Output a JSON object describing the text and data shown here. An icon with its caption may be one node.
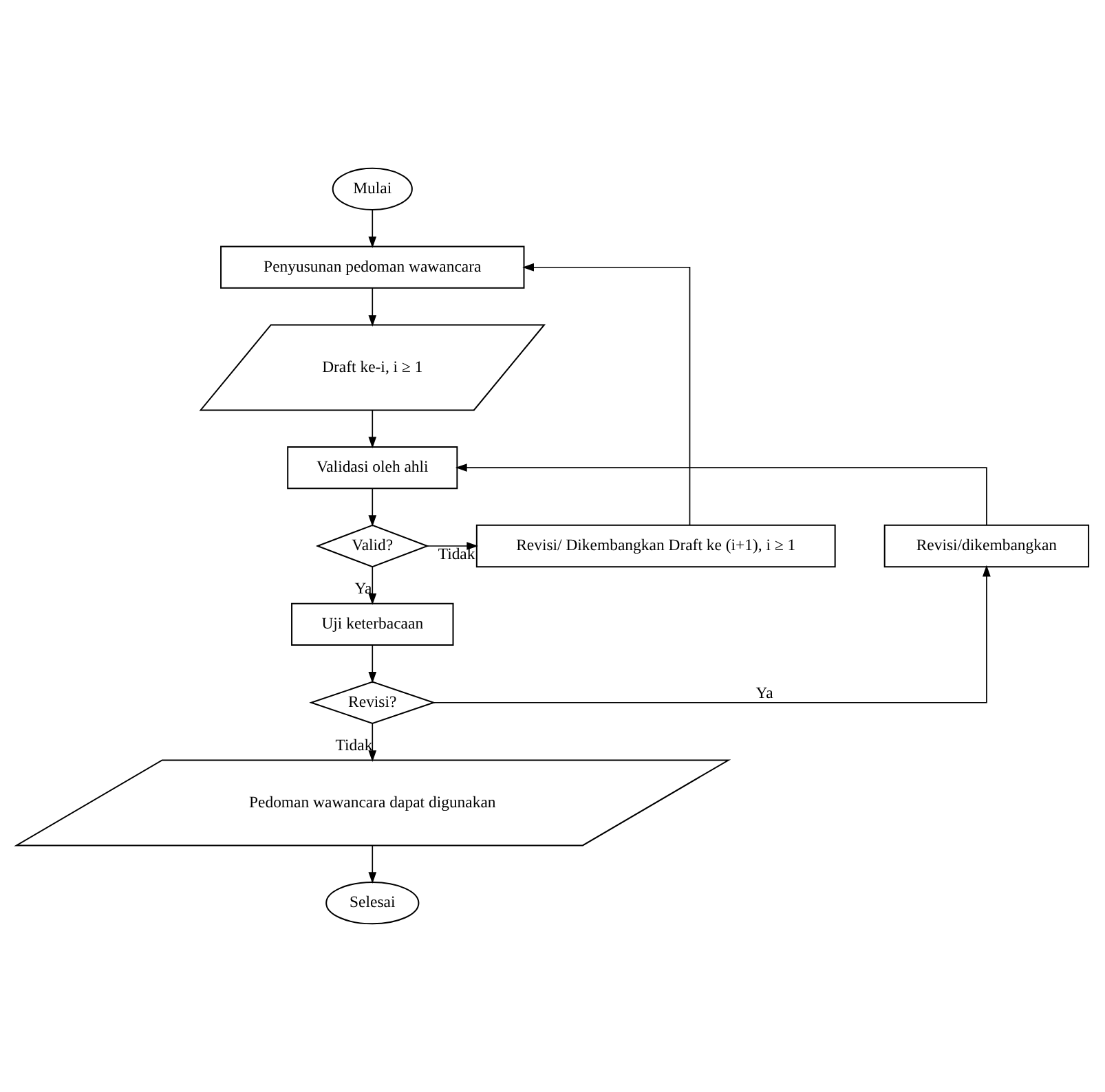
{
  "diagram": {
    "nodes": [
      {
        "text": [
          "Mulai"
        ]
      },
      {
        "text": [
          "Penyusunan pedoman wawancara"
        ]
      },
      {
        "text": [
          "Draft ke-i, i ≥ 1"
        ]
      },
      {
        "text": [
          "Validasi oleh ahli"
        ]
      },
      {
        "text": [
          "Valid?"
        ]
      },
      {
        "text": [
          "Revisi/ Dikembangkan Draft ke (i+1), i ≥ 1"
        ]
      },
      {
        "text": [
          "Revisi/dikembangkan"
        ]
      },
      {
        "text": [
          "Uji keterbacaan"
        ]
      },
      {
        "text": [
          "Revisi?"
        ]
      },
      {
        "text": [
          "Pedoman wawancara dapat digunakan"
        ]
      },
      {
        "text": [
          "Selesai"
        ]
      }
    ],
    "edges": [
      {
        "from": 0,
        "to": 1,
        "arrow": "to"
      },
      {
        "from": 1,
        "to": 2,
        "arrow": "to"
      },
      {
        "from": 2,
        "to": 3,
        "arrow": "to"
      },
      {
        "from": 3,
        "to": 4,
        "arrow": "to"
      },
      {
        "from": 4,
        "to": 5,
        "arrow": "to",
        "label": "Tidak"
      },
      {
        "from": 5,
        "to": 1,
        "arrow": "to"
      },
      {
        "from": 4,
        "to": 7,
        "arrow": "to",
        "label": "Ya"
      },
      {
        "from": 7,
        "to": 8,
        "arrow": "to"
      },
      {
        "from": 8,
        "to": 6,
        "arrow": "to",
        "label": "Ya"
      },
      {
        "from": 6,
        "to": 3,
        "arrow": "to"
      },
      {
        "from": 8,
        "to": 9,
        "arrow": "to",
        "label": "Tidak"
      },
      {
        "from": 9,
        "to": 10,
        "arrow": "to"
      }
    ]
  }
}
